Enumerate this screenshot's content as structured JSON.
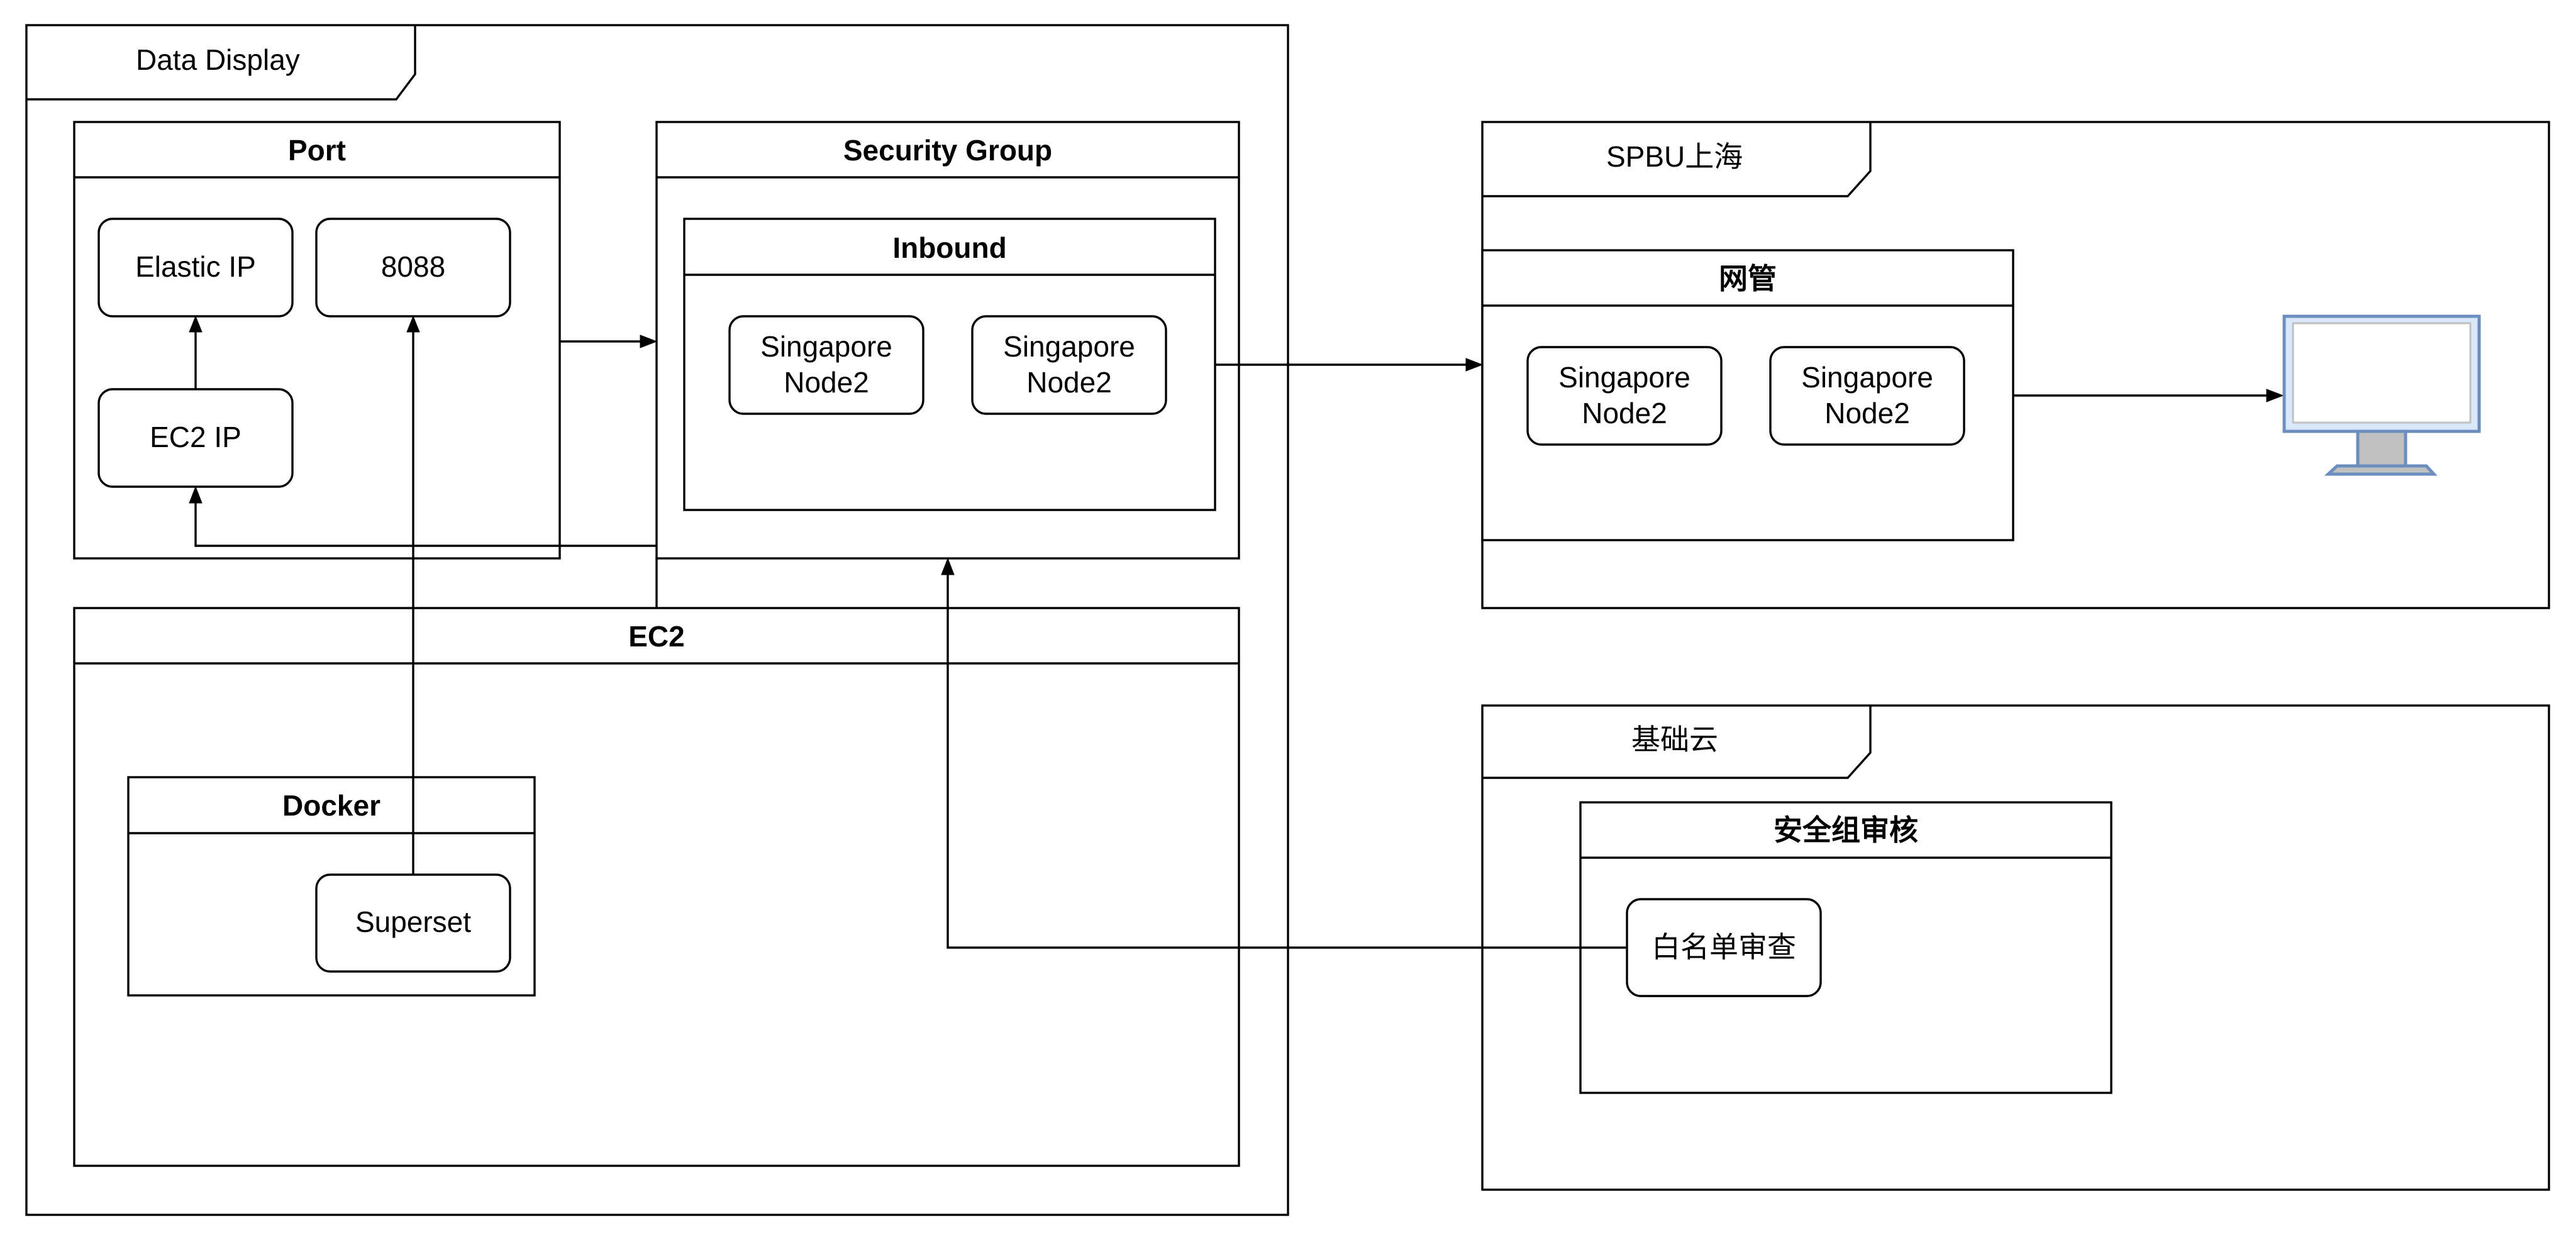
{
  "diagram": {
    "frames": {
      "data_display": "Data Display",
      "spbu": "SPBU上海",
      "base_cloud": "基础云"
    },
    "containers": {
      "port": "Port",
      "security_group": "Security Group",
      "inbound": "Inbound",
      "ec2": "EC2",
      "docker": "Docker",
      "gateway": "网管",
      "sg_review": "安全组审核"
    },
    "nodes": {
      "elastic_ip": "Elastic IP",
      "port_8088": "8088",
      "ec2_ip": "EC2 IP",
      "superset": "Superset",
      "inbound_node_a": [
        "Singapore",
        "Node2"
      ],
      "inbound_node_b": [
        "Singapore",
        "Node2"
      ],
      "gateway_node_a": [
        "Singapore",
        "Node2"
      ],
      "gateway_node_b": [
        "Singapore",
        "Node2"
      ],
      "whitelist_review": "白名单审查"
    },
    "icons": {
      "client": "monitor-icon"
    },
    "colors": {
      "monitor_stroke": "#6C8EBF",
      "monitor_fill": "#DAE8FC",
      "monitor_screen": "#C0C0C0"
    }
  }
}
